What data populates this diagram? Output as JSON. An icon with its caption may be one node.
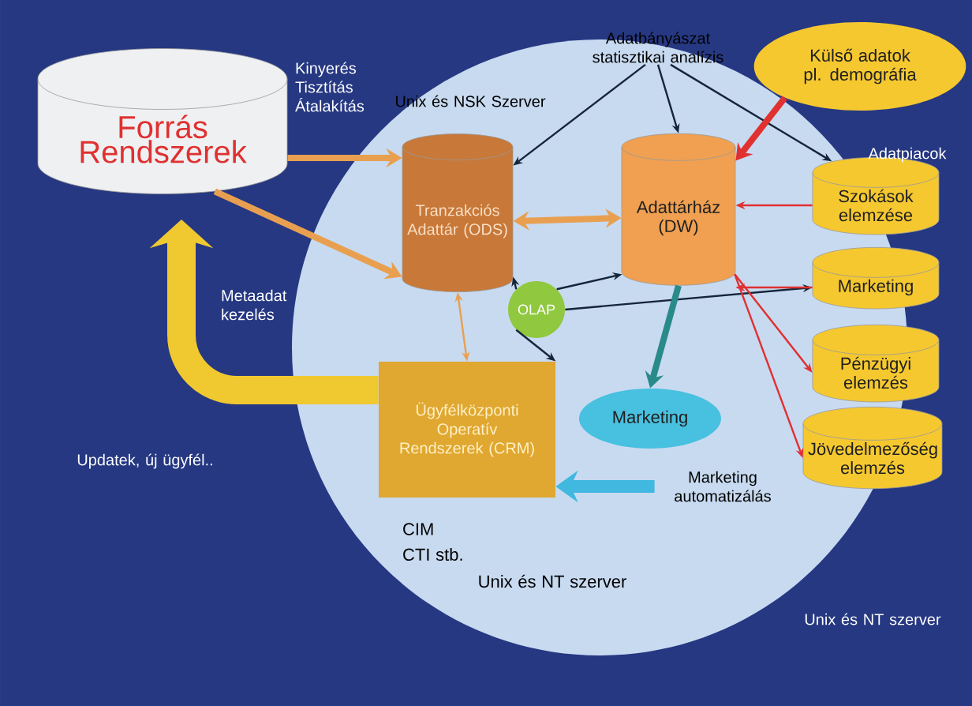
{
  "diagram": {
    "nodes": [
      {
        "text": [
          "Forrás Rendszerek"
        ]
      },
      {
        "text": [],
        "shape": "circle"
      },
      {
        "text": [
          "Tranzakciós Adattár (ODS)"
        ],
        "in": 1
      },
      {
        "text": [
          "Adattárház (DW)"
        ],
        "in": 1
      },
      {
        "text": [
          "Külső adatok pl. demográfia"
        ]
      },
      {
        "text": [
          "Szokások elemzése"
        ]
      },
      {
        "text": [
          "Marketing"
        ]
      },
      {
        "text": [
          "Pénzügyi elemzés"
        ]
      },
      {
        "text": [
          "Jövedelmezőség elemzés"
        ]
      },
      {
        "text": [
          "OLAP"
        ],
        "in": 1
      },
      {
        "text": [
          "Ügyfélközponti Operatív Rendszerek (CRM)"
        ],
        "in": 1
      },
      {
        "text": [
          "Marketing"
        ],
        "in": 1
      },
      {
        "text": [
          "Adatbányászat statisztikai analízis"
        ]
      },
      {
        "text": [
          "Marketing automatizálás"
        ],
        "in": 1
      }
    ],
    "edges": [
      {
        "from": 0,
        "to": 2,
        "arrow": "to",
        "style": "thick",
        "color": "#e8a050"
      },
      {
        "from": 0,
        "to": 2,
        "arrow": "to",
        "style": "thick",
        "color": "#e8a050"
      },
      {
        "from": 2,
        "to": 3,
        "arrow": "both",
        "style": "thick",
        "color": "#e8a050"
      },
      {
        "from": 2,
        "to": 10,
        "arrow": "both",
        "color": "#e8a050"
      },
      {
        "from": 9,
        "to": 2,
        "arrow": "to"
      },
      {
        "from": 9,
        "to": 3,
        "arrow": "to"
      },
      {
        "from": 9,
        "to": 10,
        "arrow": "to"
      },
      {
        "from": 9,
        "to": 6,
        "arrow": "to"
      },
      {
        "from": 12,
        "to": 2,
        "arrow": "to"
      },
      {
        "from": 12,
        "to": 3,
        "arrow": "to"
      },
      {
        "from": 12,
        "to": 5,
        "arrow": "to"
      },
      {
        "from": 4,
        "to": 3,
        "arrow": "to",
        "style": "thick",
        "color": "#e03030"
      },
      {
        "from": 5,
        "to": 3,
        "arrow": "to",
        "color": "#e03030"
      },
      {
        "from": 6,
        "to": 3,
        "arrow": "to",
        "color": "#e03030"
      },
      {
        "from": 3,
        "to": 7,
        "arrow": "to",
        "color": "#e03030"
      },
      {
        "from": 3,
        "to": 8,
        "arrow": "to",
        "color": "#e03030"
      },
      {
        "from": 3,
        "to": 11,
        "arrow": "to",
        "style": "thick",
        "color": "#2a8a8a"
      },
      {
        "from": 13,
        "to": 10,
        "arrow": "to",
        "style": "thick",
        "color": "#40b8e0"
      },
      {
        "from": 10,
        "to": 0,
        "arrow": "to",
        "style": "thick",
        "color": "#f0c830"
      }
    ],
    "labels": [
      "Kinyerés Tisztítás Átalakítás",
      "Unix és NSK Szerver",
      "Adatpiacok",
      "Metaadat kezelés",
      "Updatek, új ügyfél..",
      "CIM",
      "CTI stb.",
      "Unix és NT szerver",
      "Unix és NT szerver"
    ]
  }
}
